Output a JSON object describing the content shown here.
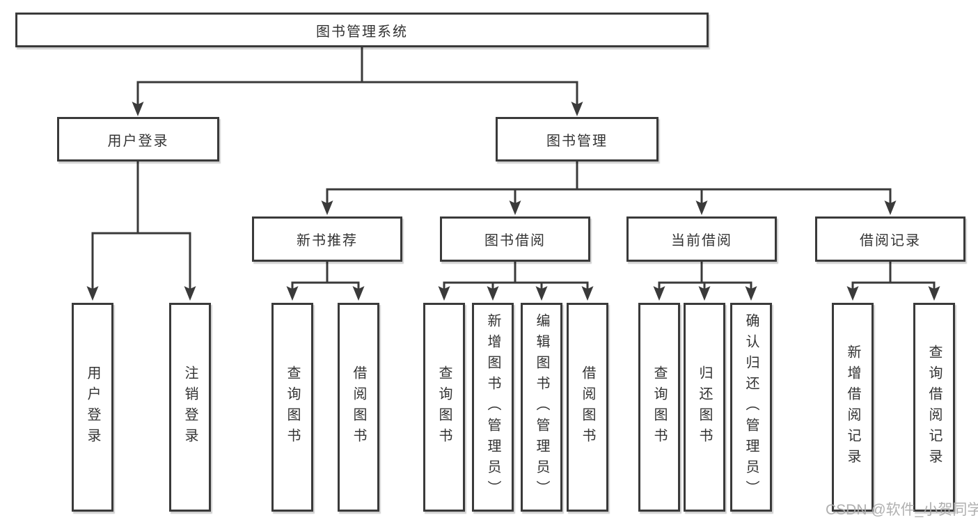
{
  "diagram": {
    "root": {
      "label": "图书管理系统"
    },
    "user_login": {
      "label": "用户登录",
      "children": [
        {
          "label": "用户登录"
        },
        {
          "label": "注销登录"
        }
      ]
    },
    "book_management": {
      "label": "图书管理",
      "groups": [
        {
          "label": "新书推荐",
          "children": [
            {
              "label": "查询图书"
            },
            {
              "label": "借阅图书"
            }
          ]
        },
        {
          "label": "图书借阅",
          "children": [
            {
              "label": "查询图书"
            },
            {
              "label": "新增图书（管理员）"
            },
            {
              "label": "编辑图书（管理员）"
            },
            {
              "label": "借阅图书"
            }
          ]
        },
        {
          "label": "当前借阅",
          "children": [
            {
              "label": "查询图书"
            },
            {
              "label": "归还图书"
            },
            {
              "label": "确认归还（管理员）"
            }
          ]
        },
        {
          "label": "借阅记录",
          "children": [
            {
              "label": "新增借阅记录"
            },
            {
              "label": "查询借阅记录"
            }
          ]
        }
      ]
    },
    "watermark": "CSDN @软件_小贺同学",
    "colors": {
      "line": "#3a3a3a",
      "border": "#3a3a3a",
      "text": "#333333",
      "box_fill": "#ffffff",
      "watermark": "#acacac"
    }
  }
}
